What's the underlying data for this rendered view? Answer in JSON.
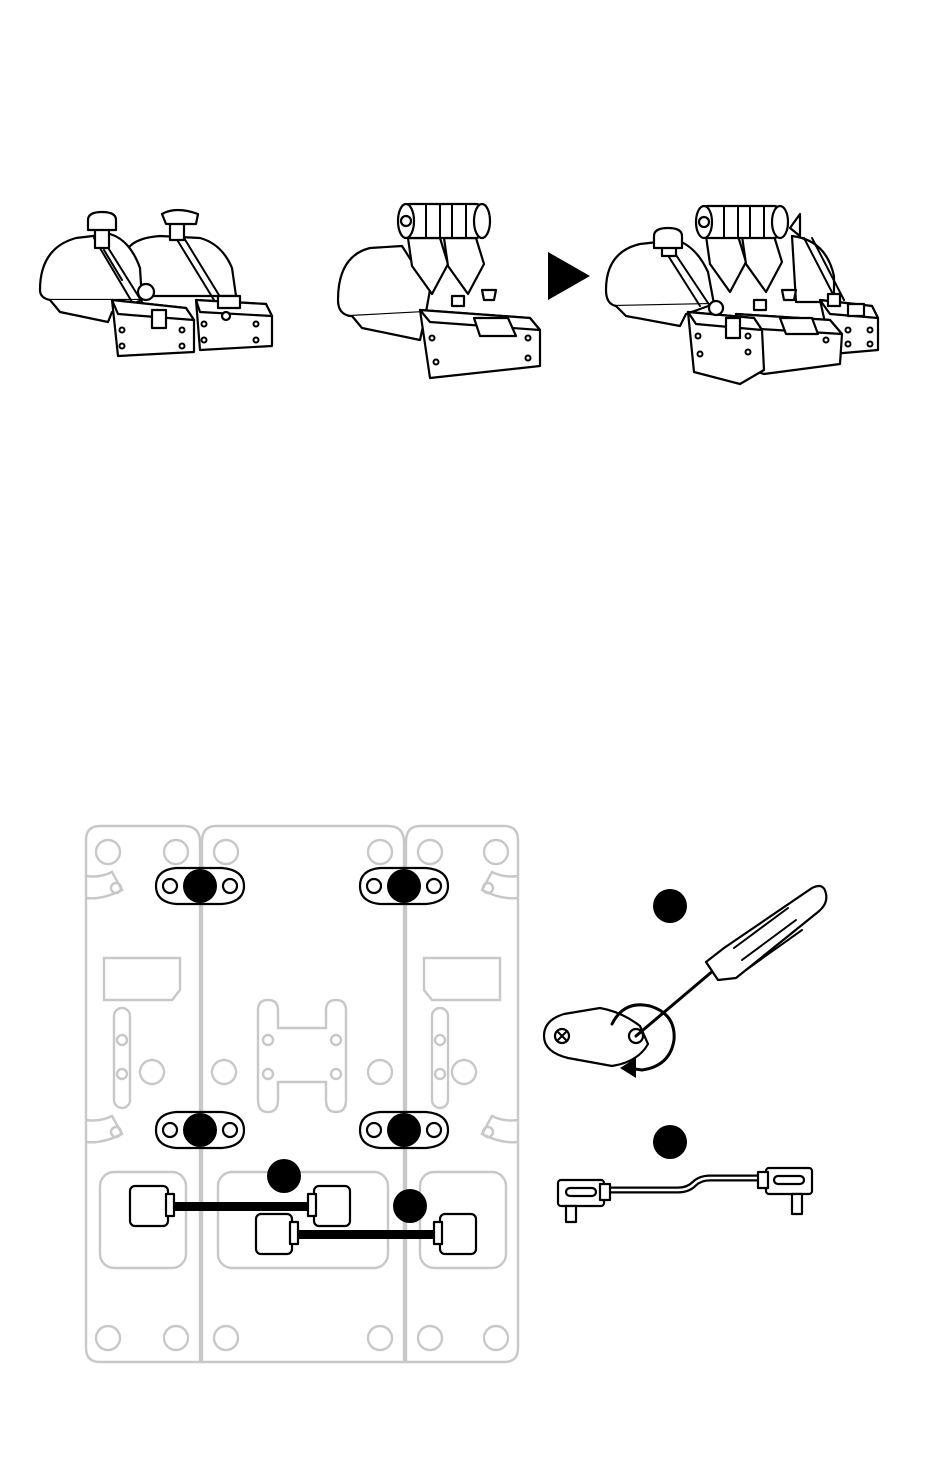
{
  "diagram": {
    "step1": {
      "items": [
        "add-on-module-pair",
        "base-throttle-quadrant",
        "assembled-quadrant"
      ],
      "arrow_icon": "play-arrow-icon"
    },
    "step2": {
      "step_markers": [
        "black-dot-marker",
        "black-dot-marker",
        "black-dot-marker",
        "black-dot-marker"
      ],
      "tools": [
        "screwdriver-icon",
        "rotate-counterclockwise-icon",
        "connection-cable-icon"
      ]
    },
    "colors": {
      "line": "#000000",
      "ghost": "#c8c8c8",
      "background": "#ffffff"
    }
  }
}
